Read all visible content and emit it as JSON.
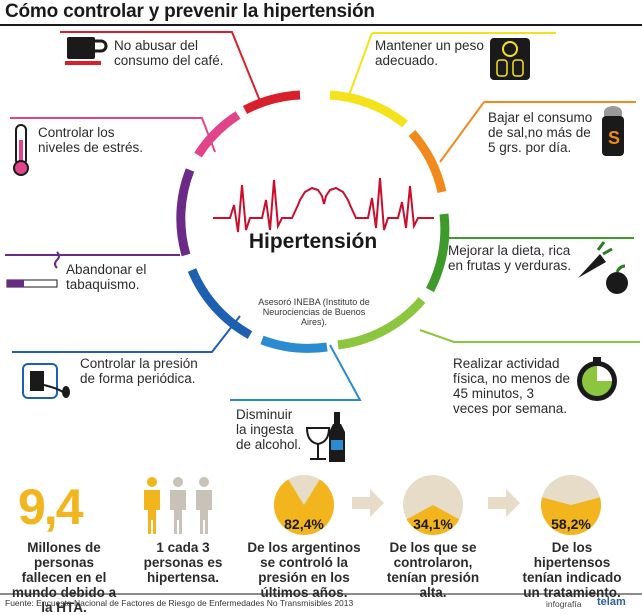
{
  "title": "Cómo controlar y prevenir la hipertensión",
  "center": {
    "title": "Hipertensión",
    "advisor": "Asesoró INEBA (Instituto de Neurociencias de Buenos Aires)."
  },
  "tips": [
    {
      "id": "coffee",
      "text": "No abusar del consumo del café.",
      "color": "#d8202c",
      "icon": "coffee-cup-icon"
    },
    {
      "id": "weight",
      "text": "Mantener un peso adecuado.",
      "color": "#f4e21b",
      "icon": "scale-icon"
    },
    {
      "id": "salt",
      "text": "Bajar el consumo de sal,no más de 5 grs. por día.",
      "color": "#f08a1d",
      "icon": "salt-shaker-icon"
    },
    {
      "id": "diet",
      "text": "Mejorar la dieta, rica en frutas y verduras.",
      "color": "#3f9a2c",
      "icon": "fruit-vegetable-icon"
    },
    {
      "id": "exercise",
      "text": "Realizar actividad física, no menos de 45 minutos, 3 veces por semana.",
      "color": "#8cc63f",
      "icon": "stopwatch-icon"
    },
    {
      "id": "alcohol",
      "text": "Disminuir la ingesta de alcohol.",
      "color": "#2a8bd0",
      "icon": "wine-bottle-icon"
    },
    {
      "id": "pressure",
      "text": "Controlar la presión de forma periódica.",
      "color": "#1d5fb0",
      "icon": "blood-pressure-monitor-icon"
    },
    {
      "id": "smoking",
      "text": "Abandonar el tabaquismo.",
      "color": "#6b2a86",
      "icon": "cigarette-icon"
    },
    {
      "id": "stress",
      "text": "Controlar los niveles de estrés.",
      "color": "#e0458a",
      "icon": "thermometer-icon"
    }
  ],
  "stats": {
    "big_number": "9,4",
    "deaths": "Millones de personas fallecen en el mundo debido a la HTA.",
    "ratio": "1 cada 3 personas es hipertensa.",
    "controlled_pct": "82,4%",
    "controlled_text": "De los argentinos se controló la presión en los últimos años.",
    "high_pct": "34,1%",
    "high_text": "De los que se controlaron, tenían presión alta.",
    "treated_pct": "58,2%",
    "treated_text": "De los hipertensos tenían indicado un tratamiento."
  },
  "pie_values": {
    "controlled": 82.4,
    "high": 34.1,
    "treated": 58.2
  },
  "source": "Fuente: Encuesta Nacional de Factores de Riesgo de Enfermedades No Transmisibles 2013",
  "credit": "infografía",
  "brand": "telam",
  "colors": {
    "accent_yellow": "#f2b51d",
    "pie_bg": "#e6dcc8",
    "heart_red": "#c8102e"
  }
}
